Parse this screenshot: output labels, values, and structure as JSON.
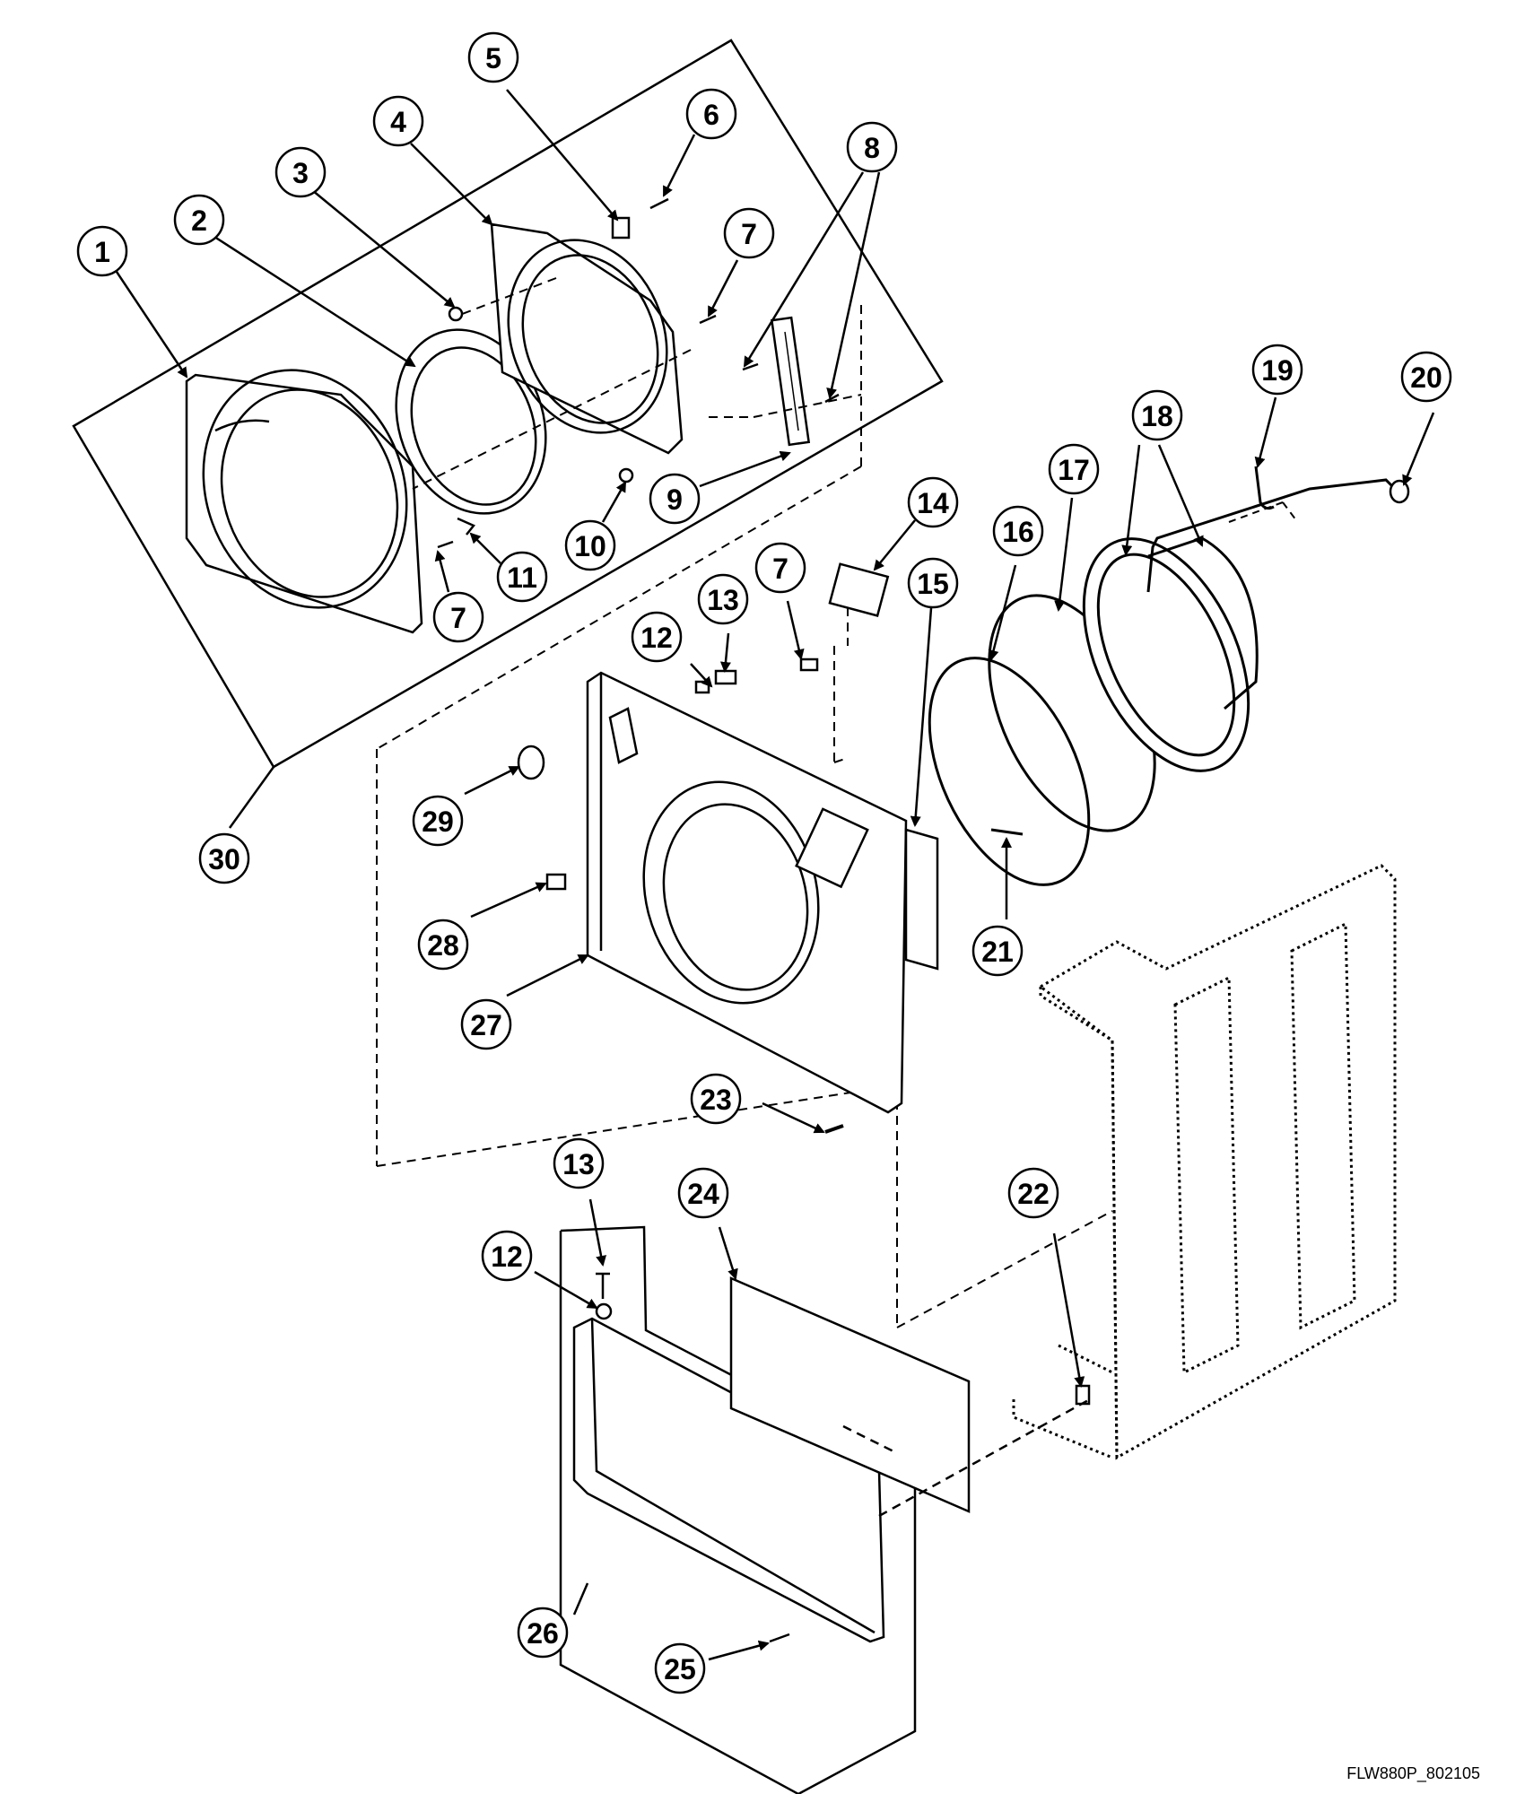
{
  "diagram": {
    "drawing_id": "FLW880P_802105",
    "callouts": [
      "1",
      "2",
      "3",
      "4",
      "5",
      "6",
      "7",
      "8",
      "9",
      "10",
      "11",
      "12",
      "13",
      "14",
      "15",
      "16",
      "17",
      "18",
      "19",
      "20",
      "21",
      "22",
      "23",
      "24",
      "25",
      "26",
      "27",
      "28",
      "29",
      "30"
    ]
  }
}
